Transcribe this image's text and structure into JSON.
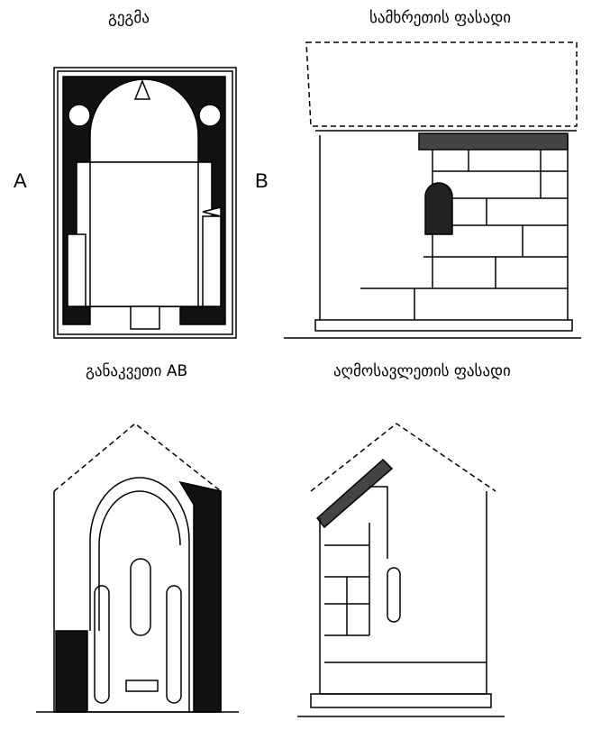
{
  "titles": {
    "plan": "გეგმა",
    "south_facade": "სამხრეთის ფასადი",
    "section": "განაკვეთი AB",
    "east_facade": "აღმოსავლეთის ფასადი"
  },
  "markers": {
    "a": "A",
    "b": "B"
  },
  "colors": {
    "ink": "#000000",
    "paper": "#ffffff"
  }
}
